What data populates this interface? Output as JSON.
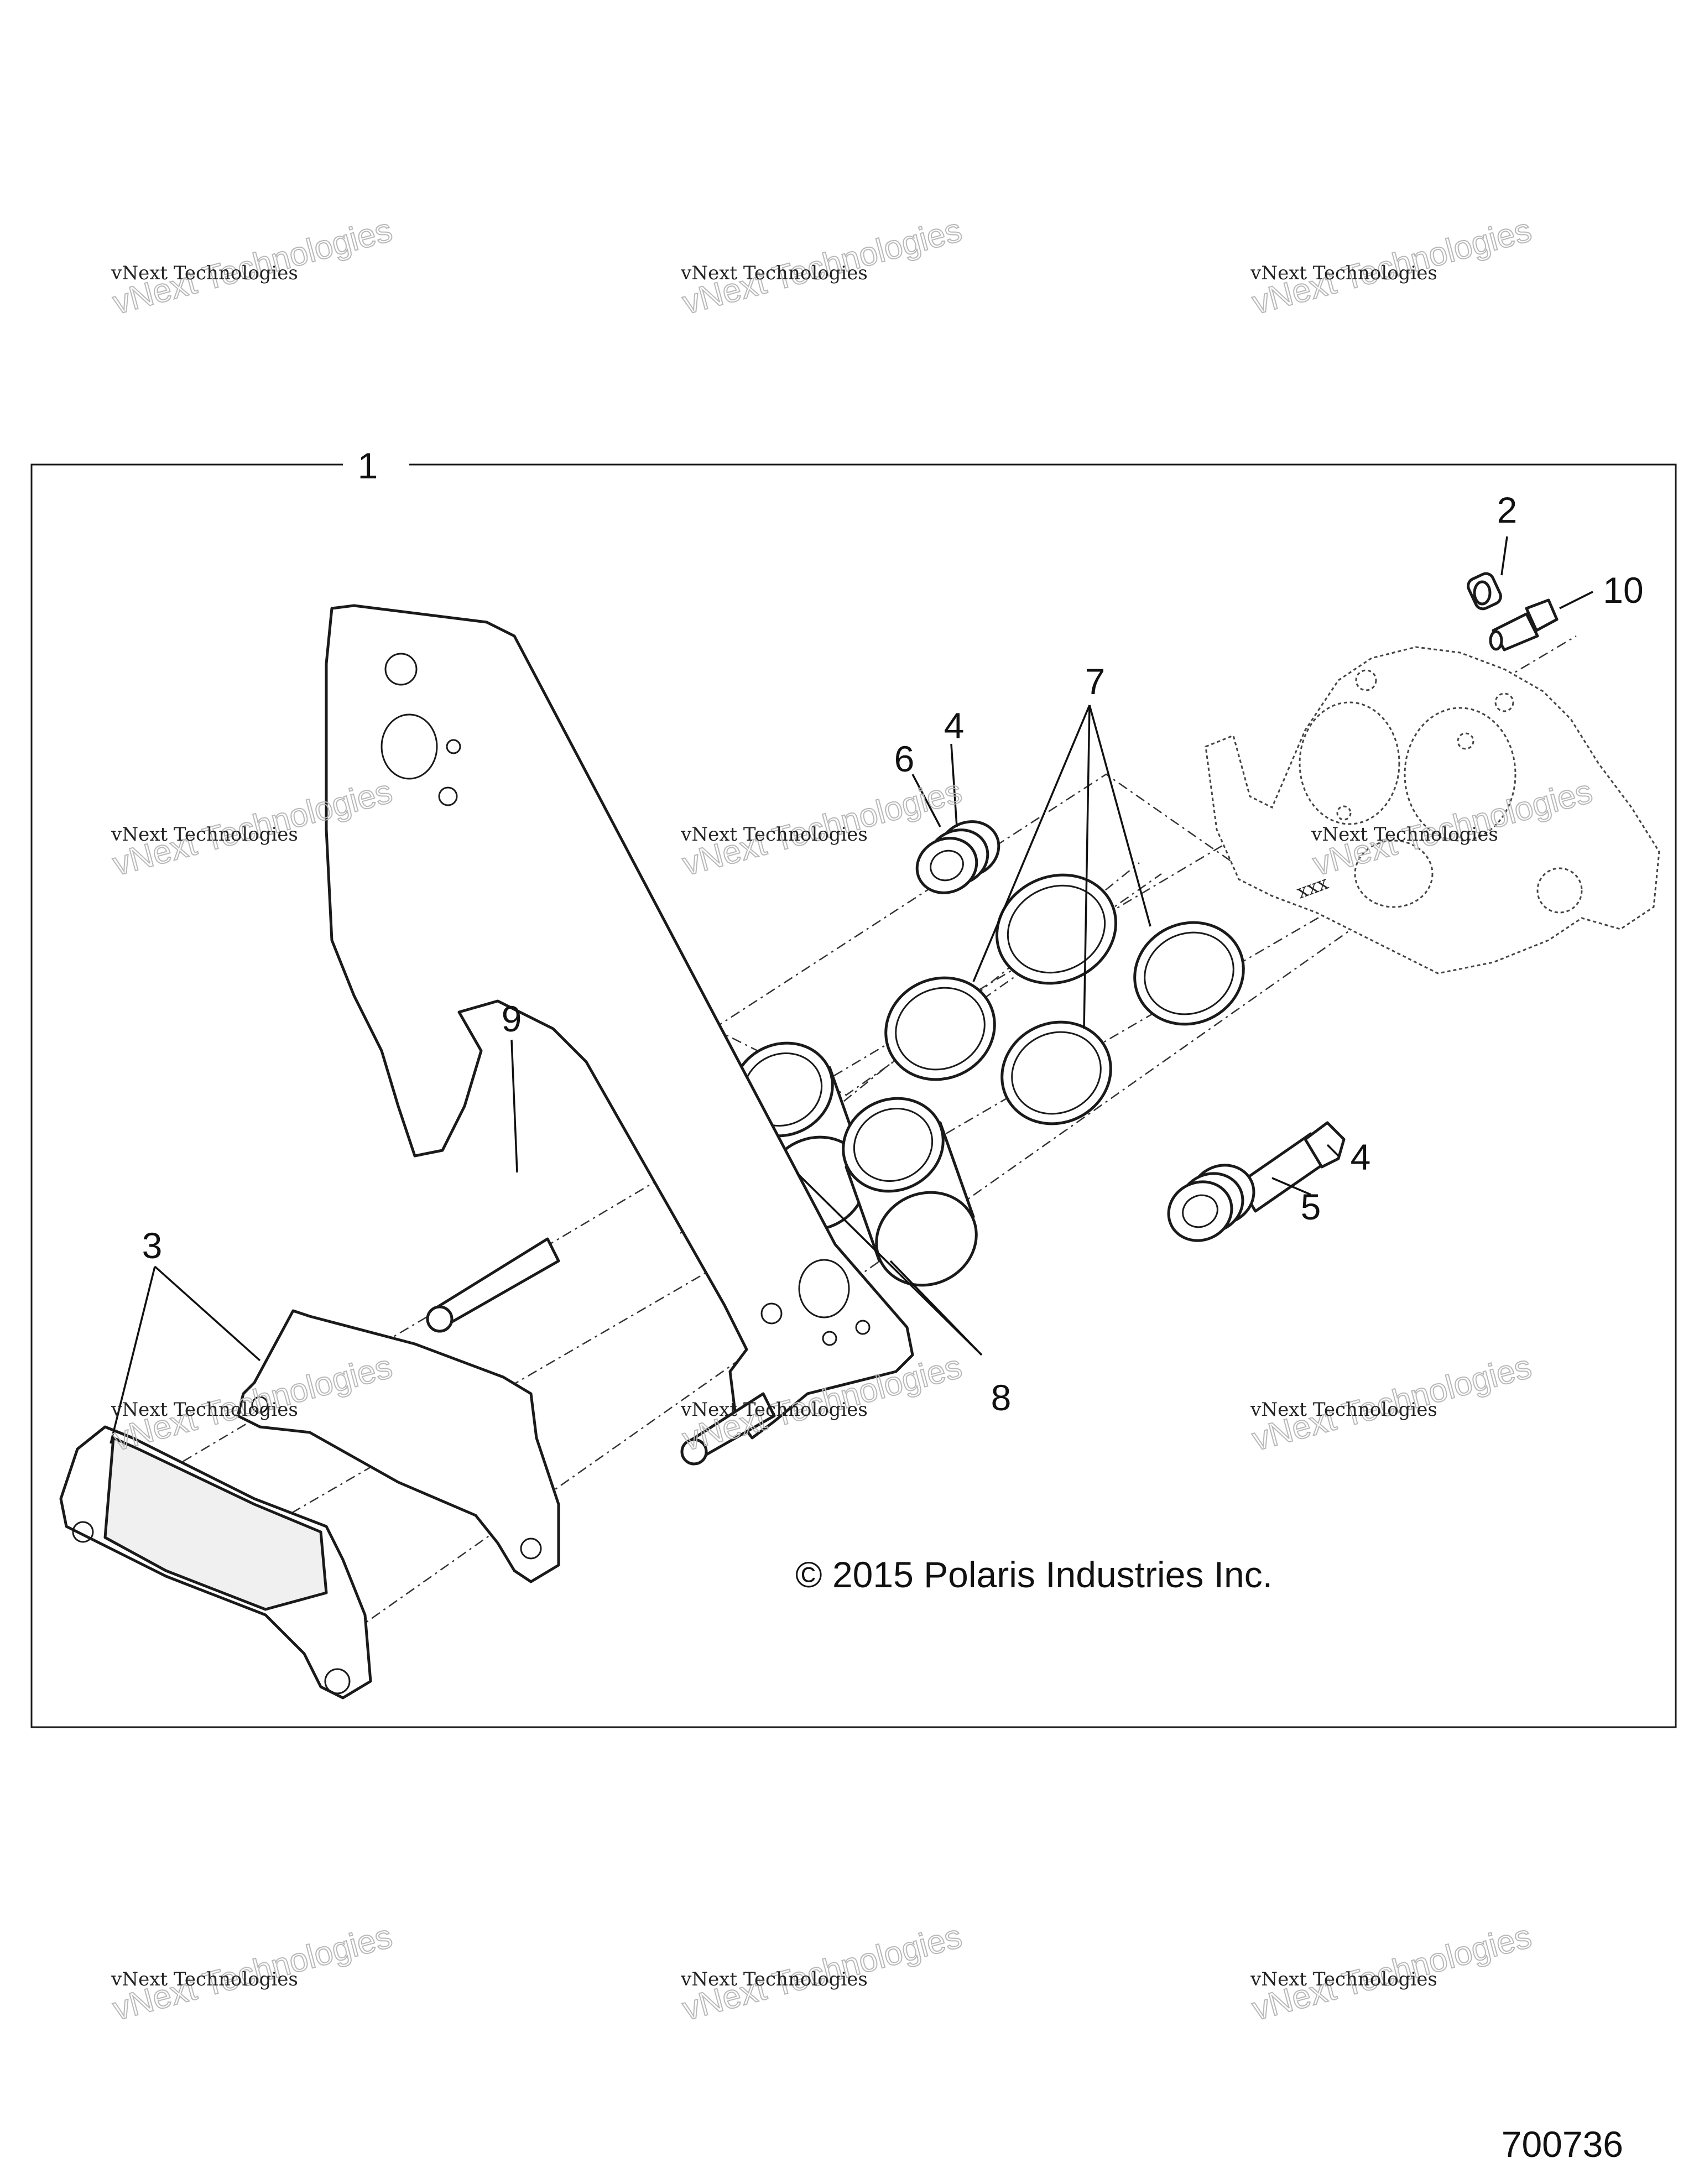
{
  "diagram": {
    "callouts": [
      {
        "id": "c1",
        "label": "1"
      },
      {
        "id": "c2",
        "label": "2"
      },
      {
        "id": "c10",
        "label": "10"
      },
      {
        "id": "c7",
        "label": "7"
      },
      {
        "id": "c4a",
        "label": "4"
      },
      {
        "id": "c6",
        "label": "6"
      },
      {
        "id": "c9",
        "label": "9"
      },
      {
        "id": "c4b",
        "label": "4"
      },
      {
        "id": "c5",
        "label": "5"
      },
      {
        "id": "c3",
        "label": "3"
      },
      {
        "id": "c8",
        "label": "8"
      }
    ],
    "copyright": "© 2015 Polaris Industries Inc.",
    "part_number": "700736",
    "stamp": "xxx"
  },
  "watermark": {
    "line1": "vNext Technologies",
    "line2": "vNext Technologies"
  }
}
